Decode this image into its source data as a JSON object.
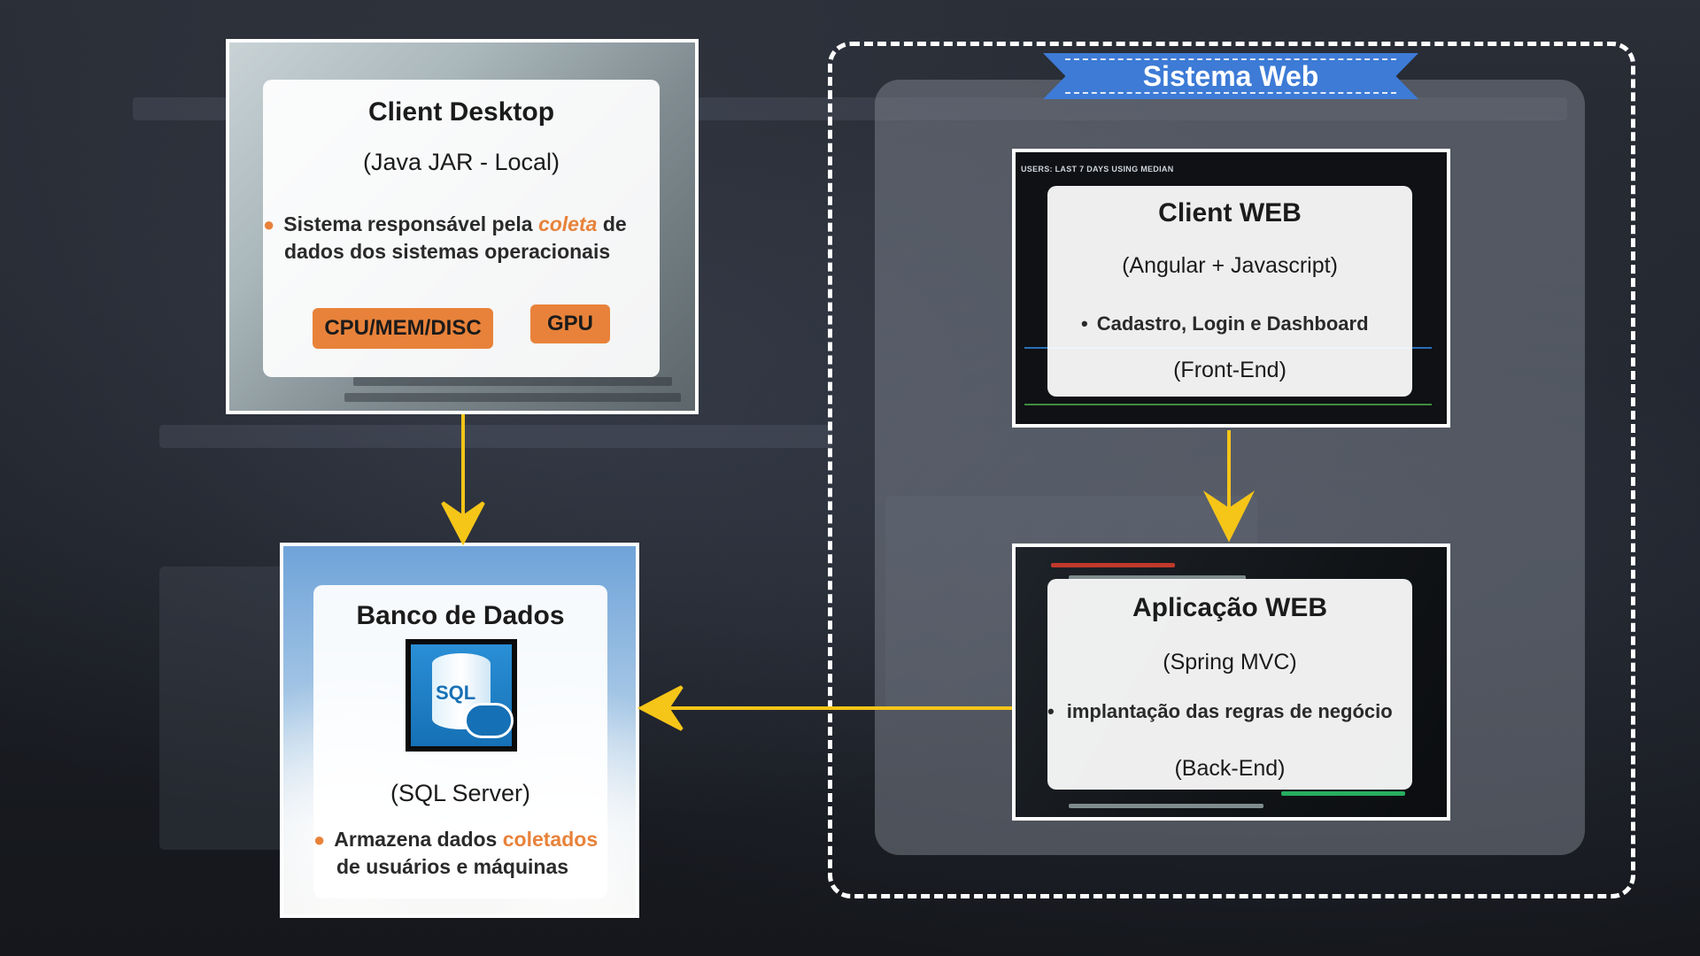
{
  "banner": {
    "label": "Sistema Web"
  },
  "client_desktop": {
    "title": "Client Desktop",
    "subtitle": "(Java JAR - Local)",
    "bullet_pre": "Sistema responsável pela",
    "bullet_highlight": "coleta",
    "bullet_post": "de",
    "bullet_line2": "dados dos sistemas operacionais",
    "tags": [
      "CPU/MEM/DISC",
      "GPU"
    ]
  },
  "database": {
    "title": "Banco de Dados",
    "icon_text": "SQL",
    "subtitle": "(SQL Server)",
    "bullet_pre": "Armazena dados",
    "bullet_highlight": "coletados",
    "bullet_line2": "de usuários e máquinas"
  },
  "client_web": {
    "title": "Client WEB",
    "subtitle": "(Angular + Javascript)",
    "bullet": "Cadastro, Login e Dashboard",
    "footer": "(Front-End)",
    "screen_header": "USERS: LAST 7 DAYS USING MEDIAN"
  },
  "app_web": {
    "title": "Aplicação WEB",
    "subtitle": "(Spring MVC)",
    "bullet": "implantação das regras de negócio",
    "footer": "(Back-End)"
  },
  "colors": {
    "accent_orange": "#e8823a",
    "arrow_yellow": "#f5c518",
    "banner_blue": "#3d7bd6"
  },
  "icons": {
    "database": "sql-server-icon",
    "arrow": "arrow-down-icon"
  }
}
